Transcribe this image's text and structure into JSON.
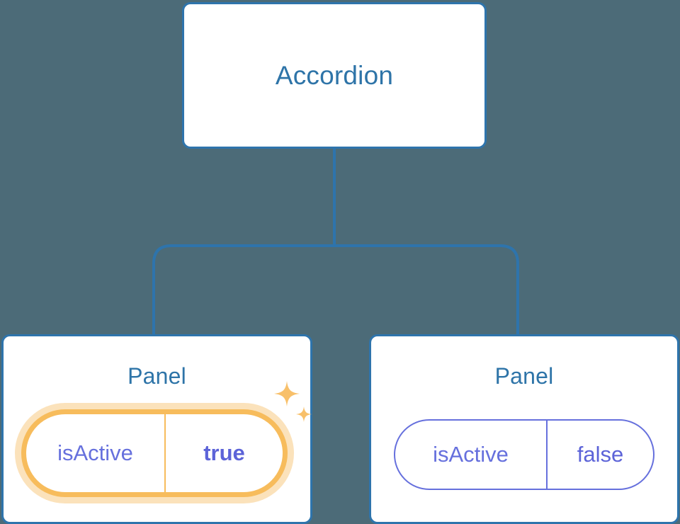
{
  "diagram": {
    "type": "component-tree",
    "background_color": "#4c6b78",
    "node_border_color": "#2e74ac",
    "node_title_color": "#2e74a8",
    "connector_color": "#2e74ac",
    "highlight_color": "#f7bc5c",
    "highlight_glow_color": "#fbe2bb",
    "prop_color": "#6670dd",
    "prop_value_color": "#5c63d8"
  },
  "root": {
    "label": "Accordion"
  },
  "children": [
    {
      "label": "Panel",
      "highlighted": true,
      "prop": {
        "key": "isActive",
        "value": "true"
      },
      "sparkle_icons": [
        "sparkle-large-icon",
        "sparkle-small-icon"
      ]
    },
    {
      "label": "Panel",
      "highlighted": false,
      "prop": {
        "key": "isActive",
        "value": "false"
      }
    }
  ]
}
